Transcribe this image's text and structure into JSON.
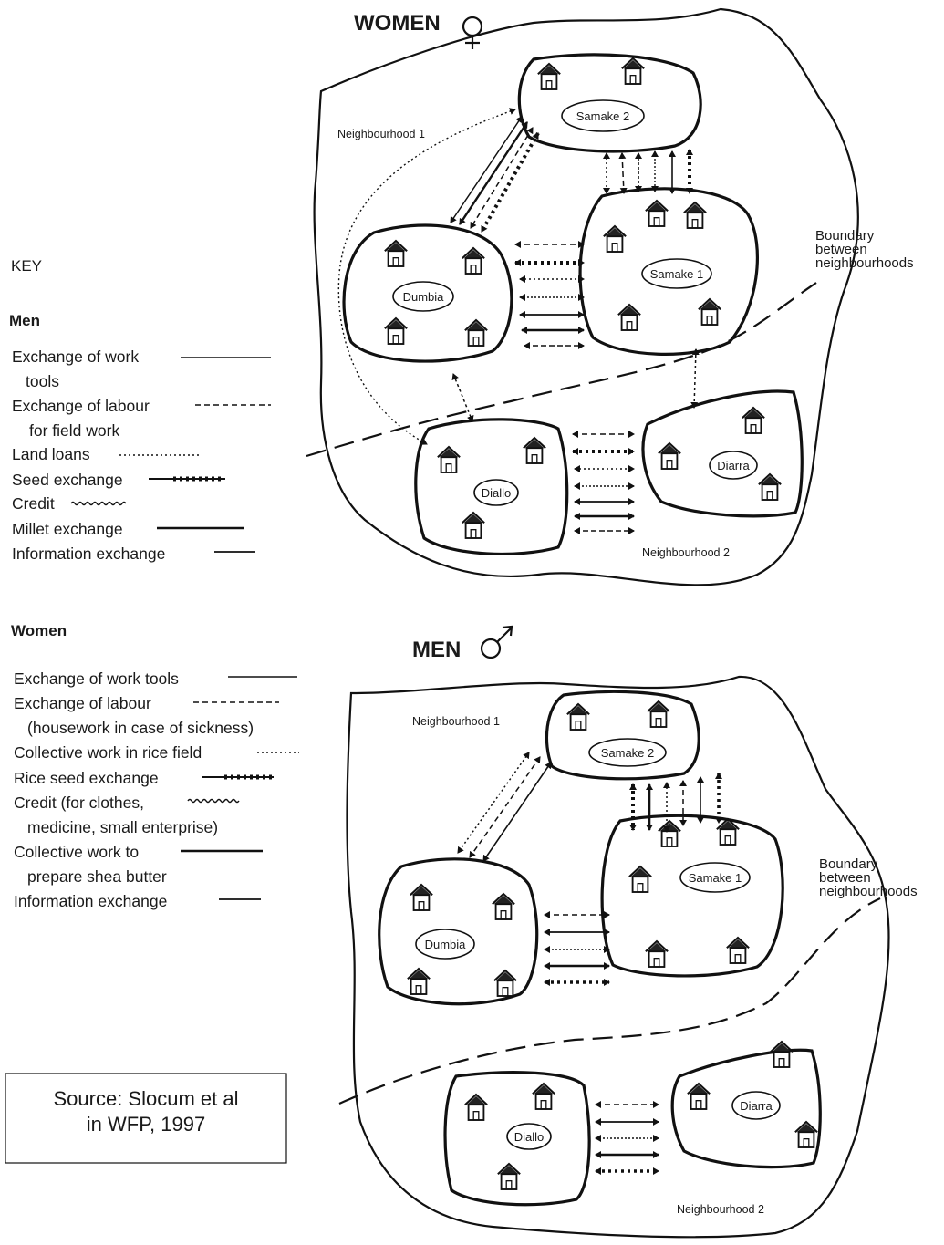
{
  "key": {
    "title": "KEY",
    "men_heading": "Men",
    "men_items": [
      {
        "label": [
          "Exchange of work",
          "tools"
        ],
        "line": "solid"
      },
      {
        "label": [
          "Exchange of labour",
          "for field work"
        ],
        "line": "dashed"
      },
      {
        "label": [
          "Land loans"
        ],
        "line": "dotted"
      },
      {
        "label": [
          "Seed exchange"
        ],
        "line": "beaded"
      },
      {
        "label": [
          "Credit"
        ],
        "line": "wavy"
      },
      {
        "label": [
          "Millet exchange"
        ],
        "line": "thick"
      },
      {
        "label": [
          "Information exchange"
        ],
        "line": "long-dash"
      }
    ],
    "women_heading": "Women",
    "women_items": [
      {
        "label": [
          "Exchange of work tools"
        ],
        "line": "solid"
      },
      {
        "label": [
          "Exchange of labour",
          "(housework in case of sickness)"
        ],
        "line": "dashed"
      },
      {
        "label": [
          "Collective work in rice field"
        ],
        "line": "dotted"
      },
      {
        "label": [
          "Rice seed exchange"
        ],
        "line": "beaded"
      },
      {
        "label": [
          "Credit (for clothes,",
          "medicine, small enterprise)"
        ],
        "line": "wavy"
      },
      {
        "label": [
          "Collective work to",
          "prepare shea butter"
        ],
        "line": "thick"
      },
      {
        "label": [
          "Information exchange"
        ],
        "line": "long-dash"
      }
    ]
  },
  "source": {
    "line1": "Source: Slocum et al",
    "line2": "in WFP, 1997"
  },
  "women_map": {
    "title": "WOMEN",
    "symbol": "♀",
    "neighbourhood1": "Neighbourhood 1",
    "neighbourhood2": "Neighbourhood 2",
    "boundary_lines": [
      "Boundary",
      "between",
      "neighbourhoods"
    ],
    "clusters": [
      "Samake 2",
      "Samake 1",
      "Dumbia",
      "Diallo",
      "Diarra"
    ]
  },
  "men_map": {
    "title": "MEN",
    "symbol": "♂",
    "neighbourhood1": "Neighbourhood 1",
    "neighbourhood2": "Neighbourhood 2",
    "boundary_lines": [
      "Boundary",
      "between",
      "neighbourhoods"
    ],
    "clusters": [
      "Samake 2",
      "Samake 1",
      "Dumbia",
      "Diallo",
      "Diarra"
    ]
  },
  "colors": {
    "ink": "#111111",
    "paper": "#ffffff"
  },
  "icons": [
    "hut-icon",
    "female-symbol-icon",
    "male-symbol-icon"
  ]
}
